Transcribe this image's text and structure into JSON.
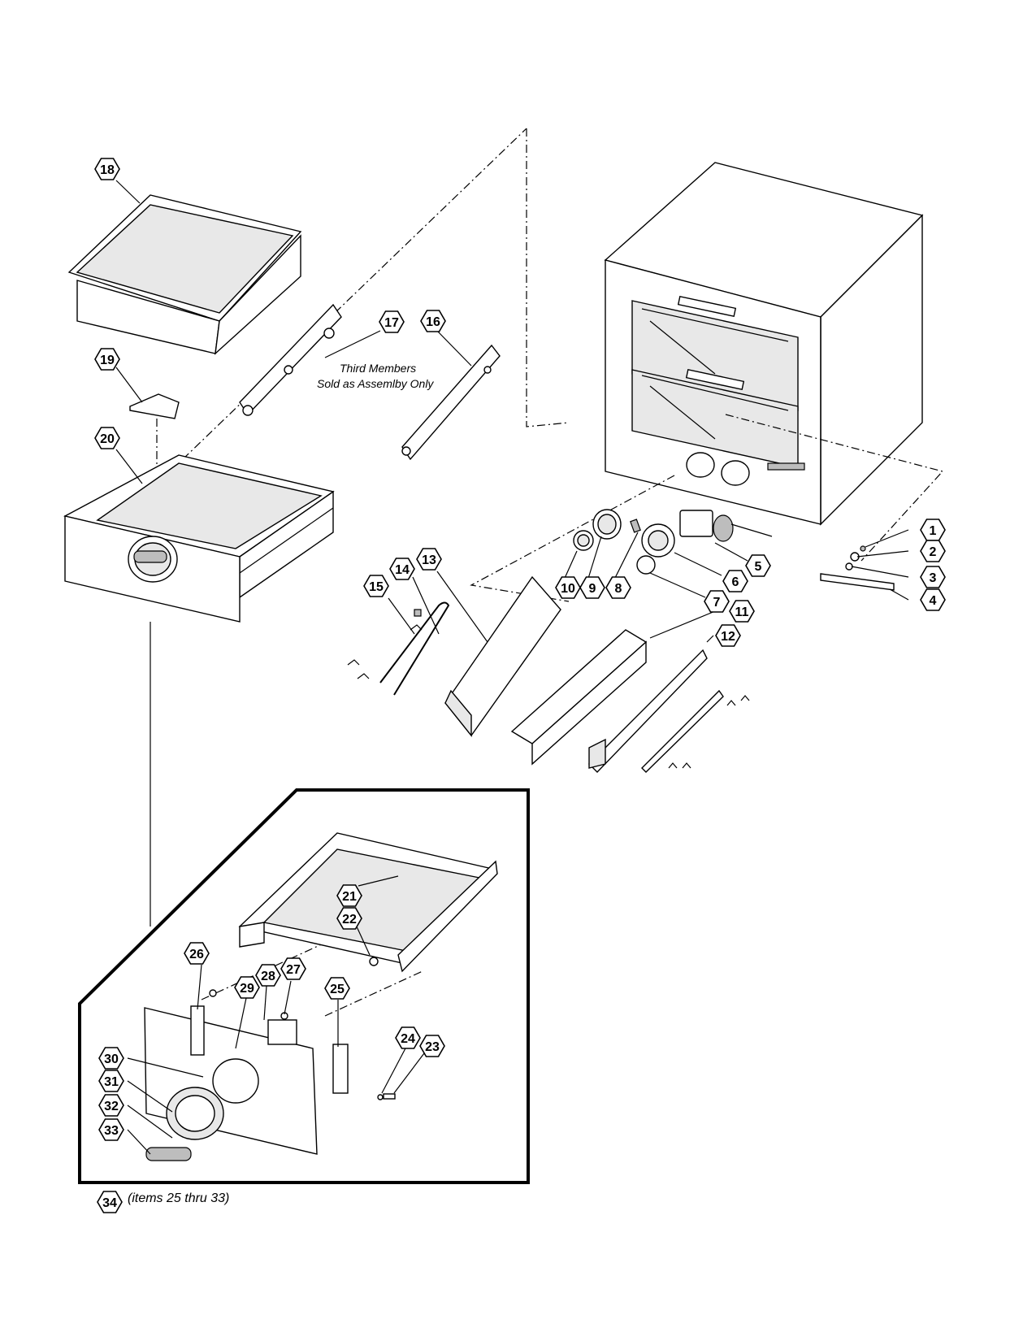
{
  "callouts": [
    "1",
    "2",
    "3",
    "4",
    "5",
    "6",
    "7",
    "8",
    "9",
    "10",
    "11",
    "12",
    "13",
    "14",
    "15",
    "16",
    "17",
    "18",
    "19",
    "20",
    "21",
    "22",
    "23",
    "24",
    "25",
    "26",
    "27",
    "28",
    "29",
    "30",
    "31",
    "32",
    "33",
    "34"
  ],
  "notes": {
    "third_members_line1": "Third Members",
    "third_members_line2": "Sold as Assemlby Only"
  },
  "caption": "(items 25 thru 33)"
}
